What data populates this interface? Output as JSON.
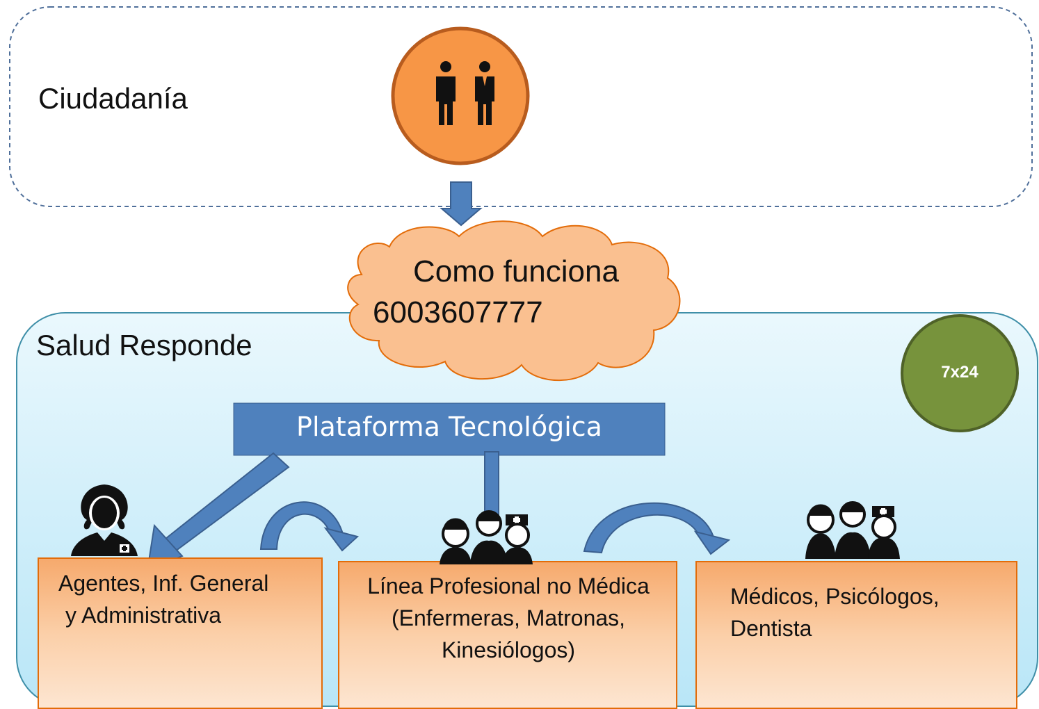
{
  "ciudadania": {
    "label": "Ciudadanía",
    "icon": "people-icon"
  },
  "cloud": {
    "line1": "Como funciona",
    "line2": "6003607777"
  },
  "salud_responde": {
    "label": "Salud Responde"
  },
  "badge": {
    "label": "7x24"
  },
  "plataforma": {
    "label": "Plataforma Tecnológica"
  },
  "boxes": [
    {
      "line1": "Agentes, Inf. General",
      "line2": "y Administrativa",
      "icon": "call-agent-icon"
    },
    {
      "line1": "Línea Profesional no Médica",
      "line2": "(Enfermeras, Matronas,",
      "line3": "Kinesiólogos)",
      "icon": "medical-team-icon"
    },
    {
      "line1": "Médicos, Psicólogos,",
      "line2": "Dentista",
      "icon": "medical-team-icon"
    }
  ],
  "colors": {
    "orange_circle": "#f79646",
    "cloud_fill": "#fac090",
    "platform_blue": "#4f81bd",
    "badge_green": "#77933c",
    "panel_light_blue": "#d6f0fb",
    "box_orange": "#f7b98a"
  }
}
